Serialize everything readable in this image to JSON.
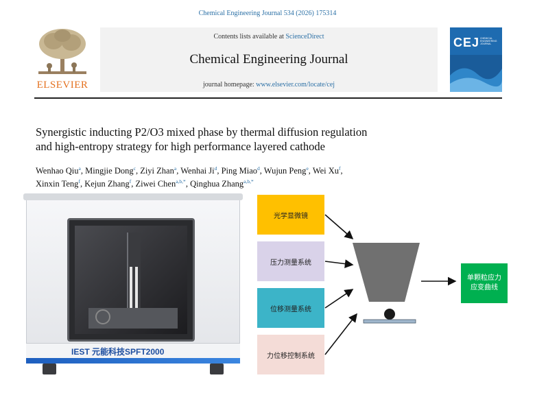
{
  "citation": "Chemical Engineering Journal 534 (2026) 175314",
  "header": {
    "publisher": "ELSEVIER",
    "contents_prefix": "Contents lists available at ",
    "contents_link": "ScienceDirect",
    "journal_title": "Chemical Engineering Journal",
    "homepage_prefix": "journal homepage: ",
    "homepage_link": "www.elsevier.com/locate/cej",
    "cover_abbrev": "CEJ",
    "cover_subtitle": "CHEMICAL ENGINEERING JOURNAL"
  },
  "article": {
    "title_line1": "Synergistic inducting P2/O3 mixed phase by thermal diffusion regulation",
    "title_line2": "and high-entropy strategy for high performance layered cathode",
    "authors": [
      {
        "name": "Wenhao Qiu",
        "aff": "a"
      },
      {
        "name": "Mingjie Dong",
        "aff": "c"
      },
      {
        "name": "Ziyi Zhan",
        "aff": "a"
      },
      {
        "name": "Wenhai Ji",
        "aff": "d"
      },
      {
        "name": "Ping Miao",
        "aff": "d"
      },
      {
        "name": "Wujun Peng",
        "aff": "e"
      },
      {
        "name": "Wei Xu",
        "aff": "f"
      },
      {
        "name": "Xinxin Teng",
        "aff": "f"
      },
      {
        "name": "Kejun Zhang",
        "aff": "f"
      },
      {
        "name": "Ziwei Chen",
        "aff": "a,b,*"
      },
      {
        "name": "Qinghua Zhang",
        "aff": "a,b,*"
      }
    ]
  },
  "figure": {
    "instrument_brand": "IEST 元能科技SPFT2000",
    "flow_inputs": [
      "光学显微镜",
      "压力测量系统",
      "位移测量系统",
      "力位移控制系统"
    ],
    "output_line1": "单颗粒应力",
    "output_line2": "应变曲线",
    "colors": {
      "optical": "#ffc000",
      "pressure": "#d9d2e9",
      "displacement": "#3cb4c8",
      "control": "#f4dcd7",
      "output": "#00b050"
    }
  }
}
